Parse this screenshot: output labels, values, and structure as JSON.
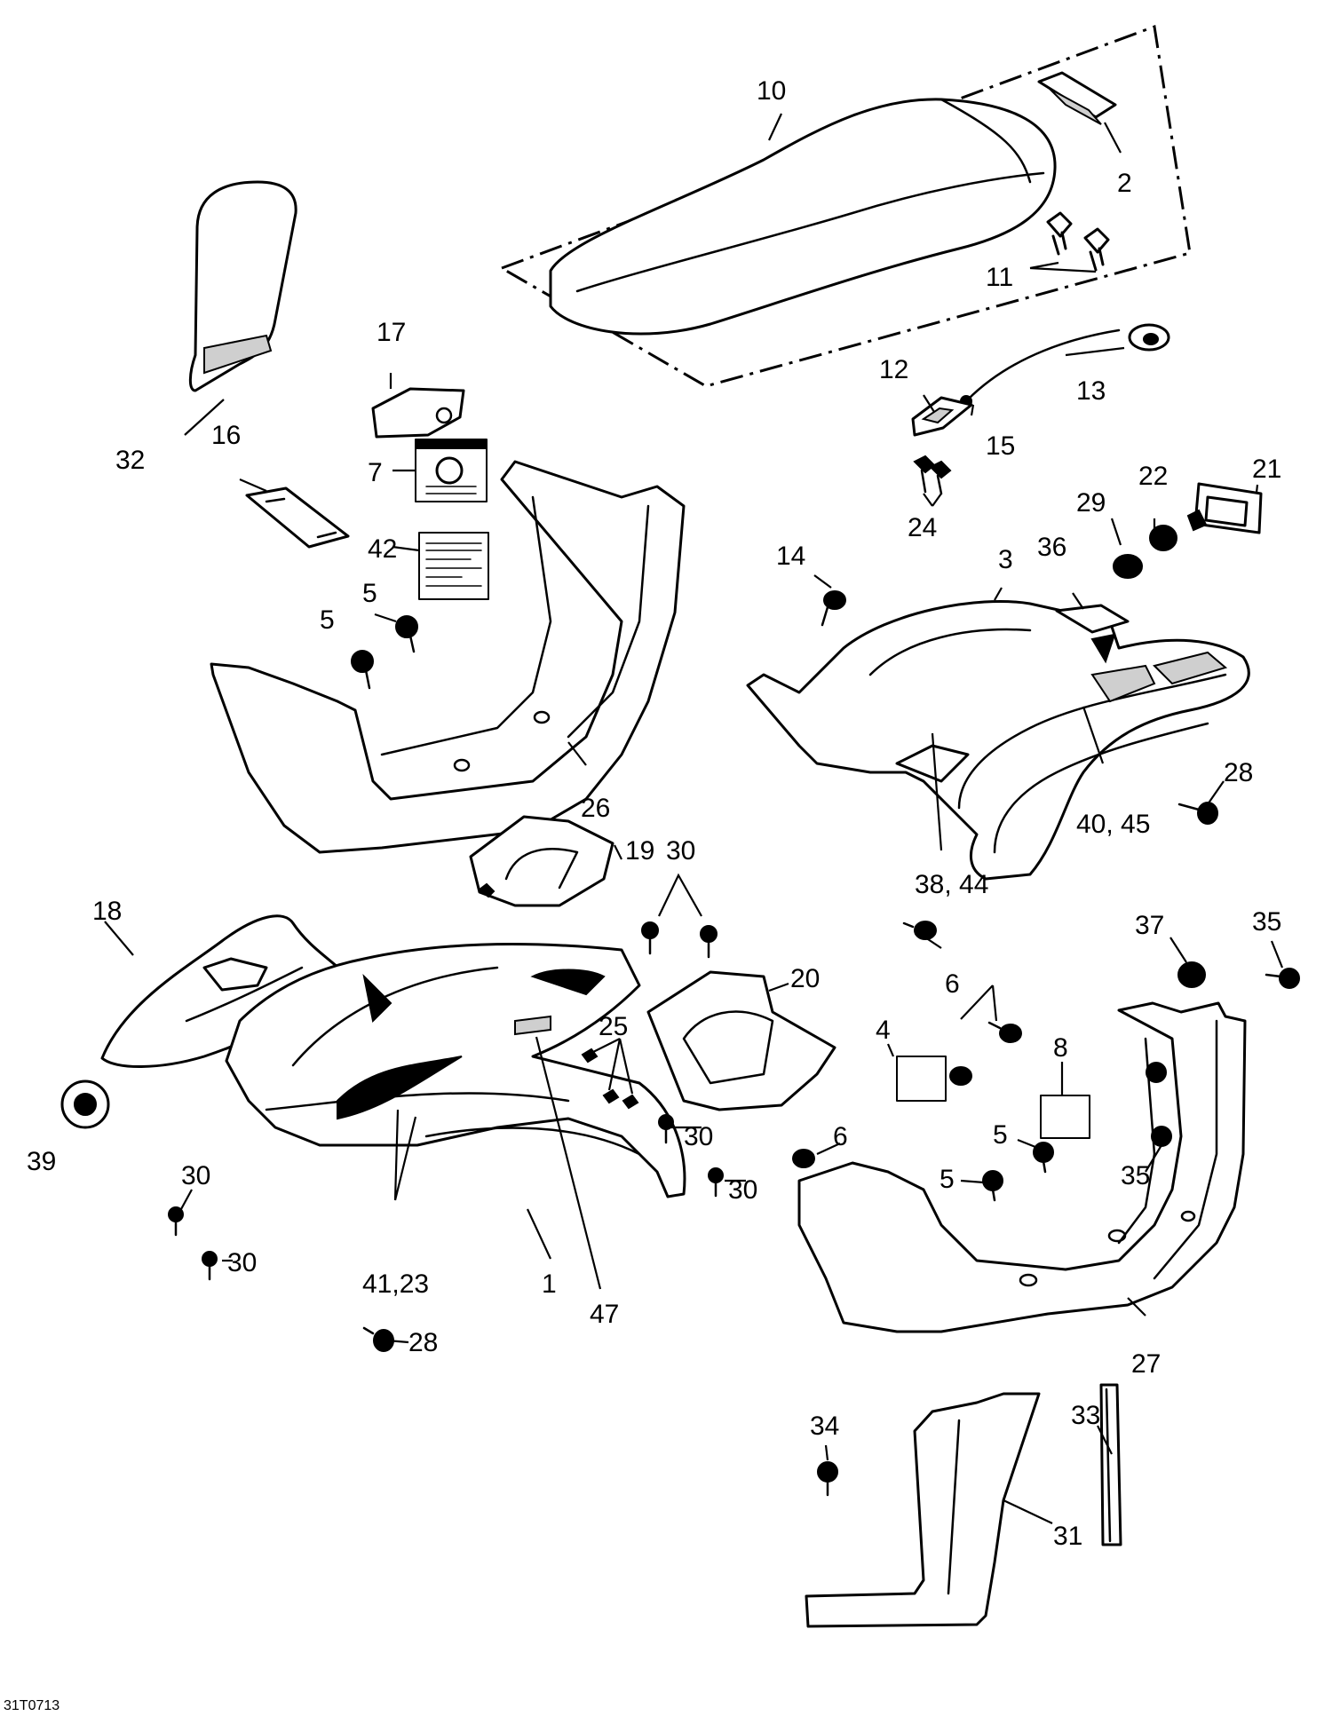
{
  "figure_code": "31T0713",
  "callouts": {
    "c1": "1",
    "c2": "2",
    "c3": "3",
    "c4": "4",
    "c5a": "5",
    "c5b": "5",
    "c5c": "5",
    "c5d": "5",
    "c6a": "6",
    "c6b": "6",
    "c7": "7",
    "c8": "8",
    "c10": "10",
    "c11": "11",
    "c12": "12",
    "c13": "13",
    "c14": "14",
    "c15": "15",
    "c16": "16",
    "c17": "17",
    "c18": "18",
    "c19": "19",
    "c20": "20",
    "c21": "21",
    "c22": "22",
    "c24": "24",
    "c25": "25",
    "c26": "26",
    "c27": "27",
    "c28a": "28",
    "c28b": "28",
    "c29": "29",
    "c30a": "30",
    "c30b": "30",
    "c30c": "30",
    "c30d": "30",
    "c30e": "30",
    "c31": "31",
    "c32": "32",
    "c33": "33",
    "c34": "34",
    "c35a": "35",
    "c35b": "35",
    "c36": "36",
    "c37": "37",
    "c3844": "38, 44",
    "c39": "39",
    "c4045": "40, 45",
    "c42": "42",
    "c4123": "41,23",
    "c47": "47"
  },
  "icons": {
    "screw": "screw-icon",
    "nut": "nut-icon",
    "clip": "clip-icon",
    "gas-cap": "fuel-cap-icon"
  }
}
